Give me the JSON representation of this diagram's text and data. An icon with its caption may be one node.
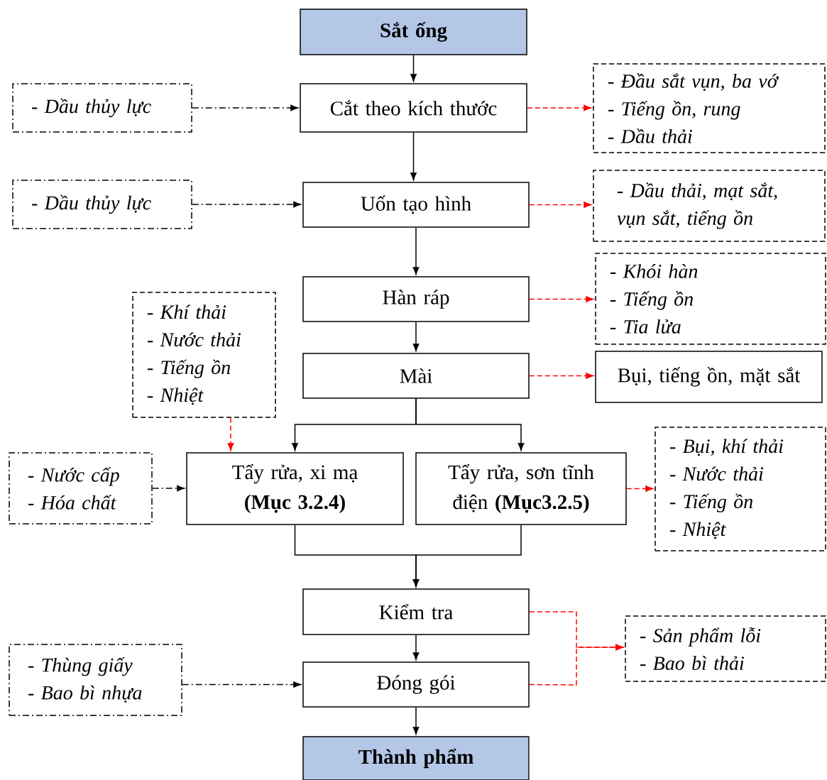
{
  "diagram": {
    "nodes": [
      {
        "text": [
          "Sắt ống"
        ]
      },
      {
        "text": [
          "- Dầu thủy lực"
        ]
      },
      {
        "text": [
          "Cắt theo kích thước"
        ]
      },
      {
        "text": [
          "- Đầu sắt vụn, ba vớ",
          "- Tiếng ồn, rung",
          "- Dầu thải"
        ]
      },
      {
        "text": [
          "- Dầu thủy lực"
        ]
      },
      {
        "text": [
          "Uốn tạo hình"
        ]
      },
      {
        "text": [
          "- Dầu thải, mạt sắt, vụn sắt, tiếng ồn"
        ]
      },
      {
        "text": [
          "- Khói hàn",
          "-  Tiếng ồn",
          "- Tia lửa"
        ]
      },
      {
        "text": [
          "Hàn ráp"
        ]
      },
      {
        "text": [
          "- Khí thải",
          "- Nước thải",
          "- Tiếng ồn",
          "- Nhiệt"
        ]
      },
      {
        "text": [
          "Mài"
        ]
      },
      {
        "text": [
          "Bụi, tiếng ồn, mặt sắt"
        ]
      },
      {
        "text": [
          "- Nước cấp",
          "- Hóa chất"
        ]
      },
      {
        "text": [
          "Tẩy rửa, xi mạ **(Mục 3.2.4)**"
        ]
      },
      {
        "text": [
          "Tẩy rửa, sơn tĩnh điện **(Mục3.2.5)**"
        ]
      },
      {
        "text": [
          "- Bụi, khí thải",
          "- Nước thải",
          "- Tiếng ồn",
          "- Nhiệt"
        ]
      },
      {
        "text": [
          "Kiểm tra"
        ]
      },
      {
        "text": [
          "- Sản phẩm lỗi",
          "- Bao bì thải"
        ]
      },
      {
        "text": [
          "- Thùng giấy",
          "- Bao bì nhựa"
        ]
      },
      {
        "text": [
          "Đóng gói"
        ]
      },
      {
        "text": [
          "Thành phẩm"
        ]
      }
    ],
    "edges": [
      {
        "from": 0,
        "to": 2,
        "arrow": "to"
      },
      {
        "from": 1,
        "to": 2,
        "arrow": "to",
        "style": "dashed"
      },
      {
        "from": 2,
        "to": 3,
        "arrow": "to",
        "style": "dashed",
        "color": "#ff0000"
      },
      {
        "from": 2,
        "to": 5,
        "arrow": "to"
      },
      {
        "from": 4,
        "to": 5,
        "arrow": "to",
        "style": "dashed"
      },
      {
        "from": 5,
        "to": 6,
        "arrow": "to",
        "style": "dashed",
        "color": "#ff0000"
      },
      {
        "from": 5,
        "to": 8,
        "arrow": "to"
      },
      {
        "from": 8,
        "to": 7,
        "arrow": "to",
        "style": "dashed",
        "color": "#ff0000"
      },
      {
        "from": 8,
        "to": 10,
        "arrow": "to"
      },
      {
        "from": 10,
        "to": 11,
        "arrow": "to",
        "style": "dashed",
        "color": "#ff0000"
      },
      {
        "from": 10,
        "to": 13,
        "arrow": "to"
      },
      {
        "from": 10,
        "to": 14,
        "arrow": "to"
      },
      {
        "from": 9,
        "to": 13,
        "arrow": "to",
        "style": "dashed",
        "color": "#ff0000"
      },
      {
        "from": 12,
        "to": 13,
        "arrow": "to",
        "style": "dashed"
      },
      {
        "from": 14,
        "to": 15,
        "arrow": "to",
        "style": "dashed",
        "color": "#ff0000"
      },
      {
        "from": 13,
        "to": 16,
        "arrow": "to"
      },
      {
        "from": 14,
        "to": 16,
        "arrow": "to"
      },
      {
        "from": 16,
        "to": 17,
        "arrow": "to",
        "style": "dashed",
        "color": "#ff0000"
      },
      {
        "from": 19,
        "to": 17,
        "arrow": "to",
        "style": "dashed",
        "color": "#ff0000"
      },
      {
        "from": 16,
        "to": 19,
        "arrow": "to"
      },
      {
        "from": 18,
        "to": 19,
        "arrow": "to",
        "style": "dashed"
      },
      {
        "from": 19,
        "to": 20,
        "arrow": "to"
      }
    ]
  }
}
